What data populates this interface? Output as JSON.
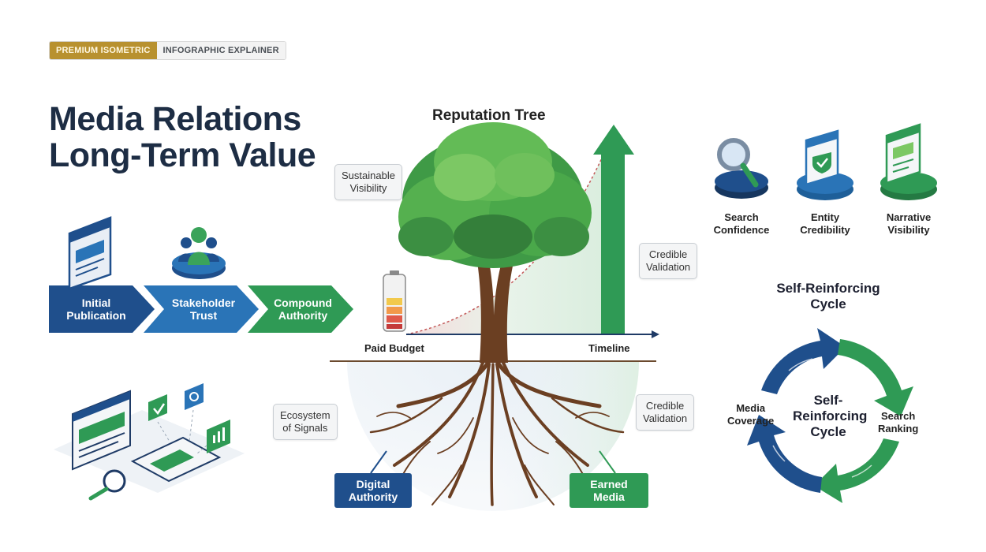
{
  "badge": {
    "part1": "PREMIUM ISOMETRIC",
    "part2": "INFOGRAPHIC EXPLAINER"
  },
  "title": {
    "line1": "Media Relations",
    "line2": "Long-Term Value"
  },
  "tree": {
    "title": "Reputation Tree",
    "callout_top_left": [
      "Sustainable",
      "Visibility"
    ],
    "callout_right": [
      "Credible",
      "Validation"
    ],
    "callout_root_right": [
      "Credible",
      "Validation"
    ],
    "callout_root_left": [
      "Ecosystem",
      "of Signals"
    ],
    "root_left_box": [
      "Digital",
      "Authority"
    ],
    "root_right_box": [
      "Earned",
      "Media"
    ],
    "axis_left": "Paid Budget",
    "axis_right": "Timeline"
  },
  "flow": [
    {
      "lines": [
        "Initial",
        "Publication"
      ],
      "color": "#1f4f8c"
    },
    {
      "lines": [
        "Stakeholder",
        "Trust"
      ],
      "color": "#2a74b7"
    },
    {
      "lines": [
        "Compound",
        "Authority"
      ],
      "color": "#2f9a55"
    }
  ],
  "icons": [
    {
      "name": "search-icon",
      "lines": [
        "Search",
        "Confidence"
      ]
    },
    {
      "name": "shield-check-icon",
      "lines": [
        "Entity",
        "Credibility"
      ]
    },
    {
      "name": "document-icon",
      "lines": [
        "Narrative",
        "Visibility"
      ]
    }
  ],
  "cycle": {
    "title": [
      "Self-Reinforcing",
      "Cycle"
    ],
    "center": [
      "Self-",
      "Reinforcing",
      "Cycle"
    ],
    "left": [
      "Media",
      "Coverage"
    ],
    "right": [
      "Search",
      "Ranking"
    ]
  },
  "colors": {
    "navy": "#1f4f8c",
    "blue": "#2a74b7",
    "green": "#2f9a55",
    "gold": "#b8912f",
    "trunk": "#6b3f22"
  }
}
